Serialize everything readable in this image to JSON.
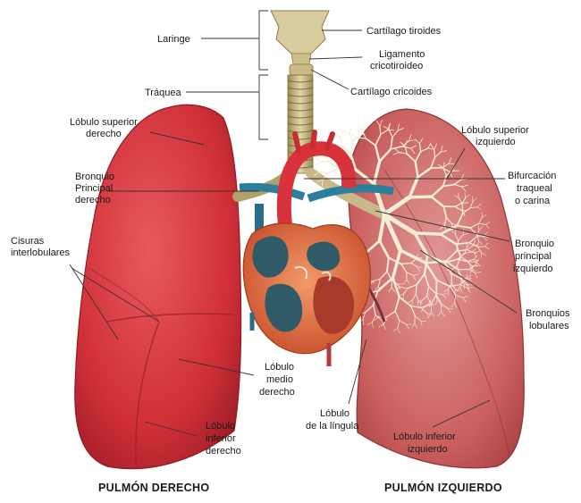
{
  "labels": {
    "laringe": "Laringe",
    "traquea": "Tráquea",
    "cartilago_tiroides": "Cartílago tiroides",
    "ligamento_1": "Ligamento",
    "ligamento_2": "cricotiroideo",
    "cartilago_cricoides": "Cartílago cricoides",
    "lobulo_sup_der_1": "Lóbulo superior",
    "lobulo_sup_der_2": "derecho",
    "bronquio_der_1": "Bronquio",
    "bronquio_der_2": "Principal",
    "bronquio_der_3": "derecho",
    "cisuras_1": "Cisuras",
    "cisuras_2": "interlobulares",
    "lobulo_sup_izq_1": "Lóbulo superior",
    "lobulo_sup_izq_2": "izquierdo",
    "bifurcacion_1": "Bifurcación",
    "bifurcacion_2": "traqueal",
    "bifurcacion_3": "o carina",
    "bronquio_izq_1": "Bronquio",
    "bronquio_izq_2": "principal",
    "bronquio_izq_3": "izquierdo",
    "bronquios_lob_1": "Bronquios",
    "bronquios_lob_2": "lobulares",
    "lobulo_medio_1": "Lóbulo",
    "lobulo_medio_2": "medio",
    "lobulo_medio_3": "derecho",
    "lobulo_inf_der_1": "Lóbulo",
    "lobulo_inf_der_2": "inferior",
    "lobulo_inf_der_3": "derecho",
    "lingula_1": "Lóbulo",
    "lingula_2": "de la língula",
    "lobulo_inf_izq_1": "Lóbulo inferior",
    "lobulo_inf_izq_2": "izquierdo"
  },
  "captions": {
    "right_lung": "PULMÓN DERECHO",
    "left_lung": "PULMÓN IZQUIERDO"
  },
  "colors": {
    "right_lung": "#d5343c",
    "left_lung": "#c8565a",
    "trachea": "#c9b98a",
    "heart": "#e0683c",
    "heart_chambers": "#2f5a66",
    "aorta": "#d8333a",
    "pulmonary_artery": "#2c7f9c",
    "bronchial_tree": "#f2ecd8"
  }
}
